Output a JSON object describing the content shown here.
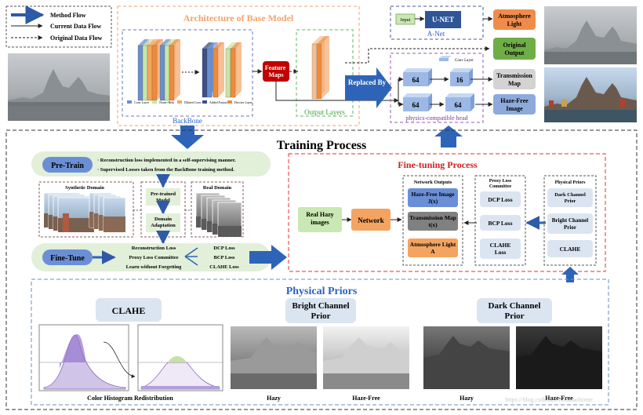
{
  "legend": {
    "method_flow": "Method Flow",
    "current_data_flow": "Current Data Flow",
    "original_data_flow": "Original Data Flow"
  },
  "architecture": {
    "title": "Architecture of Base Model",
    "backbone": "BackBone",
    "feature_maps": "Feature Maps",
    "output_layers": "Output Layers",
    "layer_legend": [
      "Conv Layer",
      "Norm+Relu",
      "Dilated Conv",
      "Added Fusion",
      "Deconv Layer"
    ]
  },
  "anet": {
    "input": "Input",
    "unet": "U-NET",
    "label": "A-Net"
  },
  "outputs": {
    "atmosphere": "Atmosphere Light",
    "original": "Original Output",
    "transmission": "Transmission Map",
    "haze_free": "Haze-Free Image"
  },
  "replaced_by": "Replaced By",
  "physics_head": {
    "label": "physics-compatible head",
    "conv_layer": "Conv Layer",
    "n64a": "64",
    "n16": "16",
    "n64b": "64",
    "n64c": "64"
  },
  "training": {
    "title": "Training Process",
    "pretrain": "Pre-Train",
    "pretrain_notes": [
      "· Reconstruction loss implemented in a self-supervising manner.",
      "· Supervised Losses taken from the BackBone training method."
    ],
    "synthetic_domain": "Synthetic Domain",
    "pretrained_model": "Pre-trained Model",
    "domain_adaptation": "Domain Adaptation",
    "real_domain": "Real Domain",
    "finetune": "Fine-Tune",
    "finetune_items": [
      "Reconstruction Loss",
      "Proxy Loss Committee",
      "Learn without Forgetting"
    ],
    "finetune_losses": [
      "DCP Loss",
      "BCP Loss",
      "CLAHE Loss"
    ]
  },
  "finetuning": {
    "title": "Fine-tuning Process",
    "real_hazy": "Real Hazy images",
    "network": "Network",
    "network_outputs": "Network Outputs",
    "haze_free": "Haze-Free Image J(x)",
    "transmission": "Transmission Map t(x)",
    "atmosphere": "Atmosphere Light A",
    "proxy_committee": "Proxy Loss Committee",
    "dcp": "DCP Loss",
    "bcp": "BCP Loss",
    "clahe": "CLAHE Loss",
    "physical_priors": "Physical Priors",
    "dark_prior": "Dark Channel Prior",
    "bright_prior": "Bright Channel Prior",
    "clahe_prior": "CLAHE"
  },
  "priors": {
    "title": "Physical Priors",
    "clahe": "CLAHE",
    "bright": "Bright Channel Prior",
    "dark": "Dark Channel Prior",
    "color_hist": "Color Histogram Redistribution",
    "hazy1": "Hazy",
    "hazefree1": "Haze-Free",
    "hazy2": "Hazy",
    "hazefree2": "Haze-Free"
  },
  "watermark": "https://blog.csdn.net/WillBaohome"
}
